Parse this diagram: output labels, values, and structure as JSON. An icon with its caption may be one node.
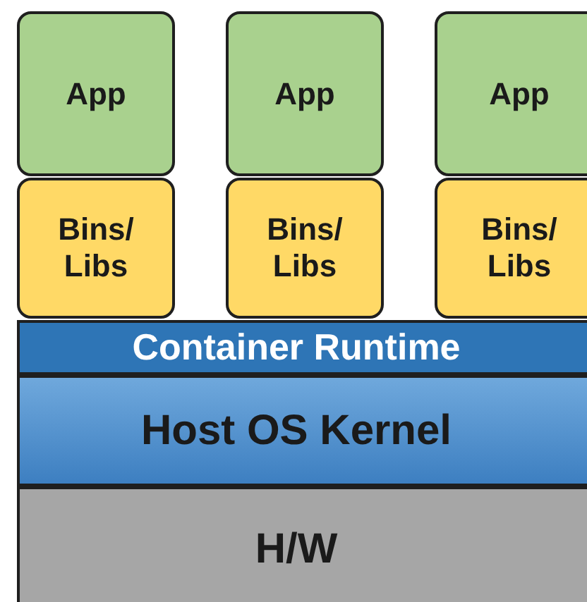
{
  "diagram": {
    "nodes": [
      {
        "text": [
          "App"
        ]
      },
      {
        "text": [
          "App"
        ]
      },
      {
        "text": [
          "App"
        ]
      },
      {
        "text": [
          "Bins/ Libs"
        ]
      },
      {
        "text": [
          "Bins/ Libs"
        ]
      },
      {
        "text": [
          "Bins/ Libs"
        ]
      },
      {
        "text": [
          "Container Runtime"
        ]
      },
      {
        "text": [
          "Host OS Kernel"
        ]
      },
      {
        "text": [
          "H/W"
        ]
      }
    ]
  }
}
